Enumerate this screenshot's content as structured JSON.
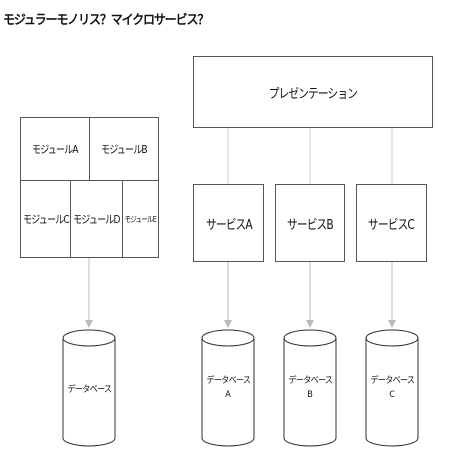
{
  "title": "モジュラーモノリス？マイクロサービス？",
  "monolith": {
    "modules": [
      "モジュールA",
      "モジュールB",
      "モジュールC",
      "モジュールD",
      "モジュールE"
    ],
    "database": "データベース"
  },
  "microservices": {
    "presentation": "プレゼンテーション",
    "services": [
      "サービスA",
      "サービスB",
      "サービスC"
    ],
    "databases": [
      {
        "label": "データベース",
        "suffix": "A"
      },
      {
        "label": "データベース",
        "suffix": "B"
      },
      {
        "label": "データベース",
        "suffix": "C"
      }
    ]
  },
  "colors": {
    "border": "#555555",
    "connector": "#bbbbbb",
    "background": "#ffffff",
    "text": "#111111"
  }
}
